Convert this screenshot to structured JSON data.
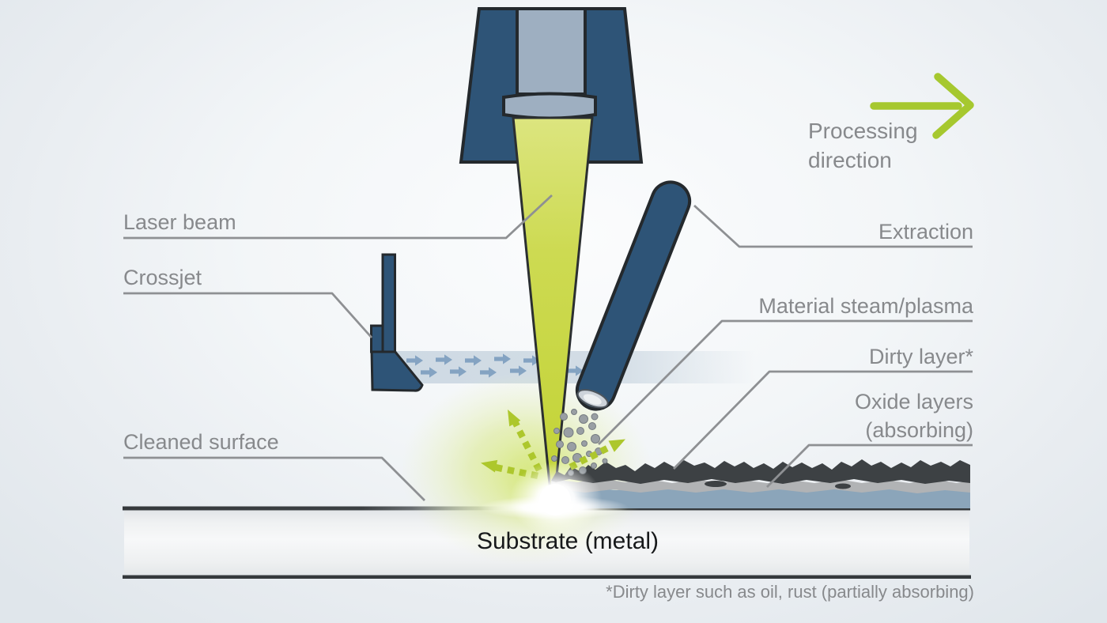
{
  "labels": {
    "laser_beam": "Laser beam",
    "crossjet": "Crossjet",
    "cleaned_surface": "Cleaned surface",
    "processing_direction": "Processing direction",
    "extraction": "Extraction",
    "material_steam_plasma": "Material steam/plasma",
    "dirty_layer": "Dirty layer*",
    "oxide_layers": "Oxide layers",
    "oxide_layers_note": "(absorbing)",
    "substrate": "Substrate (metal)",
    "footnote": "*Dirty layer such as oil, rust (partially absorbing)"
  },
  "icons": {
    "processing_direction_arrow": "right-arrow",
    "crossjet_flow_arrows": "small-right-arrows",
    "ablation_rays": "dashed-outward-arrows"
  },
  "colors": {
    "accent_green": "#a6c82f",
    "beam_yellow_green": "#cbd94a",
    "machine_dark_blue": "#2e5477",
    "machine_light_blue": "#9eafc1",
    "air_stream_blue": "#ccd8e2",
    "flow_arrow_blue": "#84a3c2",
    "label_gray": "#87898c",
    "line_dark": "#35393c",
    "dirty_layer_dark": "#3d4144",
    "oxide_layer_gray": "#b1b3b5",
    "substrate_blue_gray": "#8ba5ba"
  }
}
